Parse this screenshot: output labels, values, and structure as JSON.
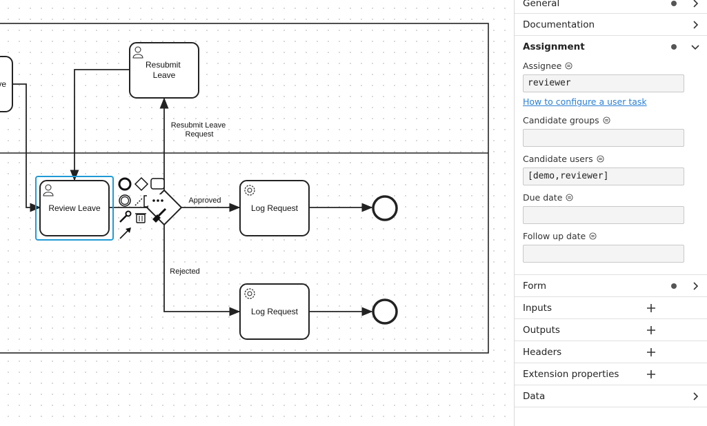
{
  "diagram": {
    "tasks": {
      "resubmit": "Resubmit\nLeave",
      "review": "Review Leave",
      "log_approved": "Log Request",
      "log_rejected": "Log Request",
      "partial_left": "ve"
    },
    "flows": {
      "resubmit_request": "Resubmit Leave\nRequest",
      "approved": "Approved",
      "rejected": "Rejected"
    }
  },
  "panel": {
    "groups": {
      "general": "General",
      "documentation": "Documentation",
      "assignment": "Assignment",
      "form": "Form",
      "inputs": "Inputs",
      "outputs": "Outputs",
      "headers": "Headers",
      "extension": "Extension properties",
      "data": "Data"
    },
    "assignment": {
      "assignee_label": "Assignee",
      "assignee_value": "reviewer",
      "help_link": "How to configure a user task",
      "candidate_groups_label": "Candidate groups",
      "candidate_groups_value": "",
      "candidate_users_label": "Candidate users",
      "candidate_users_value": "[demo,reviewer]",
      "due_date_label": "Due date",
      "due_date_value": "",
      "follow_up_label": "Follow up date",
      "follow_up_value": ""
    }
  }
}
